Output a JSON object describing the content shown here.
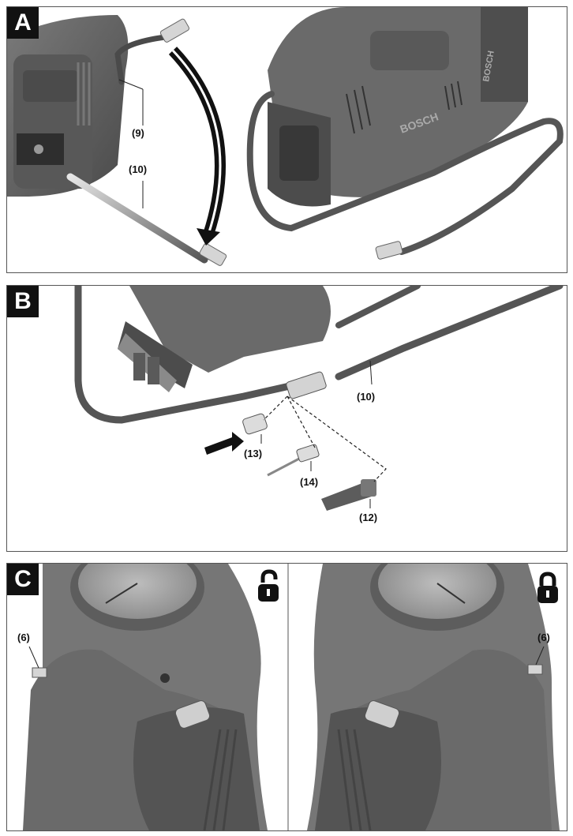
{
  "panels": {
    "a": {
      "letter": "A",
      "callouts": {
        "hose_holder": "(9)",
        "hose": "(10)"
      }
    },
    "b": {
      "letter": "B",
      "callouts": {
        "hose": "(10)",
        "adapter": "(13)",
        "needle": "(14)",
        "cone": "(12)"
      }
    },
    "c": {
      "letter": "C",
      "callouts": {
        "lock_left": "(6)",
        "lock_right": "(6)"
      },
      "icons": {
        "left": "unlocked-padlock-icon",
        "right": "locked-padlock-icon"
      }
    }
  },
  "colors": {
    "tool_body": "#6b6b6b",
    "tool_dark": "#3c3c3c",
    "hose": "#5a5a5a",
    "metal": "#cfcfcf",
    "frame": "#555555"
  }
}
